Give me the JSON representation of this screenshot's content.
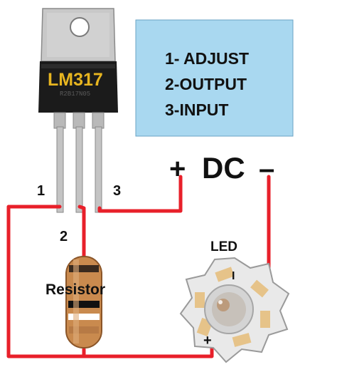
{
  "pinout_box": {
    "lines": [
      "1- ADJUST",
      "2-OUTPUT",
      "3-INPUT"
    ],
    "background": "#a9d8f0"
  },
  "regulator": {
    "name": "LM317",
    "code": "R2B17N05",
    "name_color": "#e7b520"
  },
  "pins": {
    "pin1": "1",
    "pin2": "2",
    "pin3": "3"
  },
  "power": {
    "plus": "+",
    "label": "DC",
    "minus": "–"
  },
  "resistor_label": "Resistor",
  "led": {
    "label": "LED",
    "minus_mark": "I",
    "plus_mark": "+"
  },
  "colors": {
    "wire": "#e8202a",
    "led_star": "#e9e9e9",
    "led_pad": "#e6c389"
  }
}
